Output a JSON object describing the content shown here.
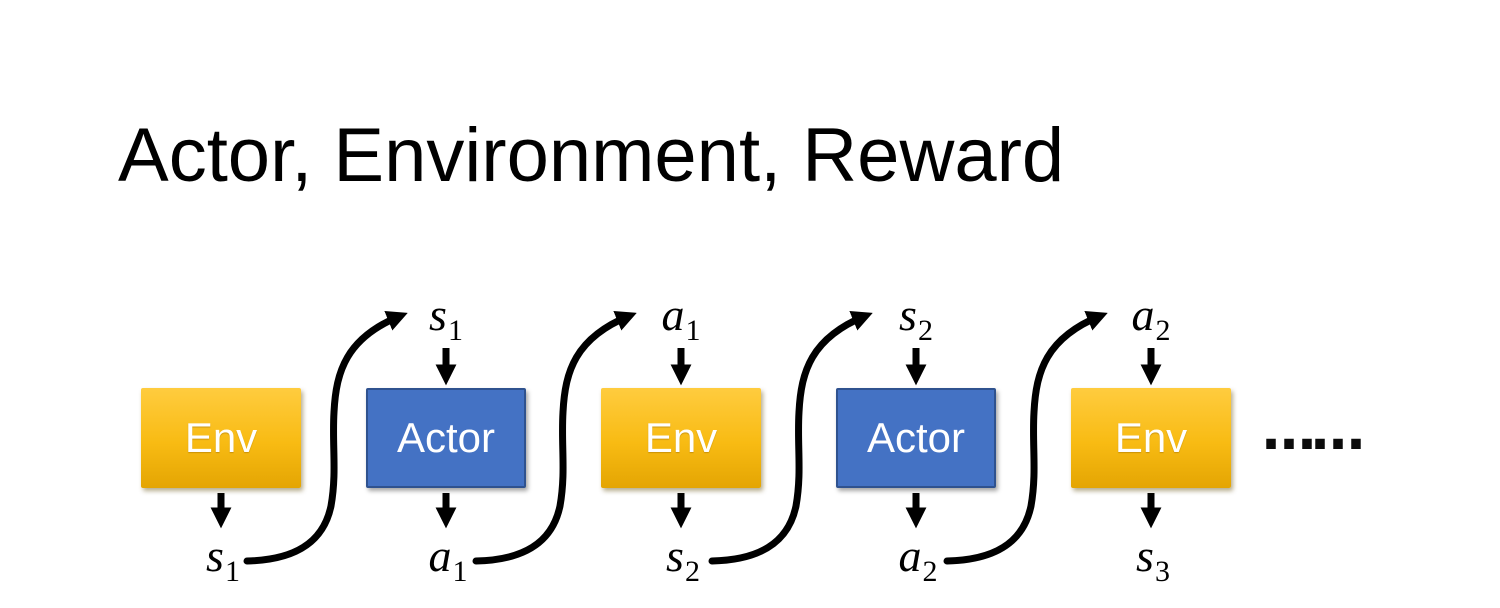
{
  "slide": {
    "title": "Actor, Environment, Reward",
    "ellipsis": "……"
  },
  "colors": {
    "background": "#FFFFFF",
    "env_top": "#FFCC3F",
    "env_mid": "#F8BB13",
    "env_bottom": "#E4A503",
    "actor_fill": "#4472C4",
    "actor_border": "#2F528F",
    "connector": "#000000",
    "title_color": "#000000",
    "label_color": "#000000"
  },
  "boxes": [
    {
      "label": "Env",
      "type": "env"
    },
    {
      "label": "Actor",
      "type": "actor"
    },
    {
      "label": "Env",
      "type": "env"
    },
    {
      "label": "Actor",
      "type": "actor"
    },
    {
      "label": "Env",
      "type": "env"
    }
  ],
  "top_labels": [
    {
      "base": "s",
      "sub": "1"
    },
    {
      "base": "a",
      "sub": "1"
    },
    {
      "base": "s",
      "sub": "2"
    },
    {
      "base": "a",
      "sub": "2"
    }
  ],
  "bottom_labels": [
    {
      "base": "s",
      "sub": "1"
    },
    {
      "base": "a",
      "sub": "1"
    },
    {
      "base": "s",
      "sub": "2"
    },
    {
      "base": "a",
      "sub": "2"
    },
    {
      "base": "s",
      "sub": "3"
    }
  ]
}
